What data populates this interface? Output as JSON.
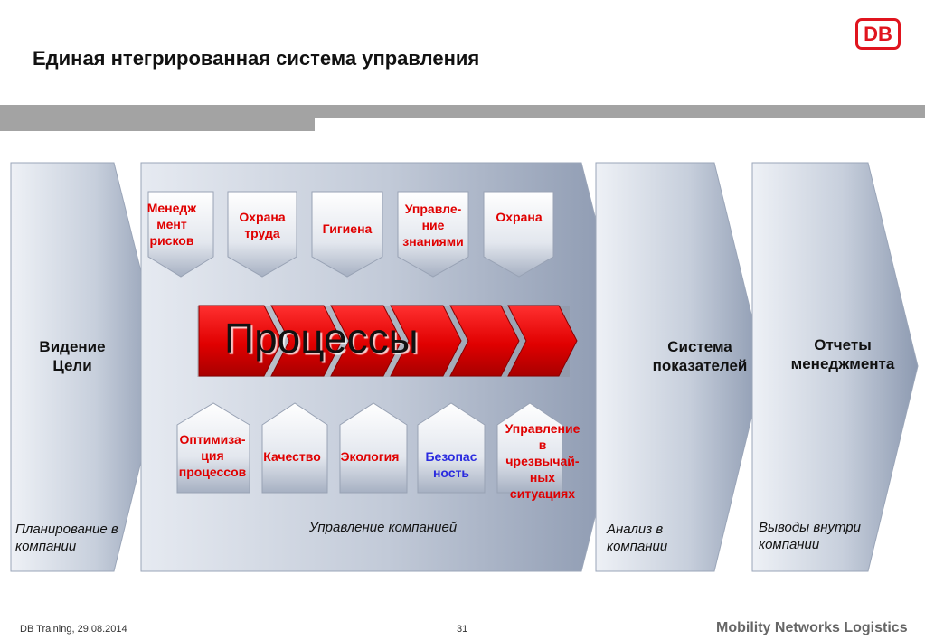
{
  "title": "Единая нтегрированная система управления",
  "logo": "DB",
  "colors": {
    "accent_red": "#e00000",
    "brand_red": "#e0141e",
    "blue_text": "#2a2adf",
    "panel_gray": "#a9b4c6"
  },
  "stages": {
    "vision": "Видение\nЦели",
    "vision_note": "Планирование в\nкомпании",
    "management_note": "Управление компанией",
    "indicators": "Система\nпоказателей",
    "indicators_note": "Анализ в\nкомпании",
    "reports": "Отчеты\nменеджмента",
    "reports_note": "Выводы внутри\nкомпании"
  },
  "processes_label": "Процессы",
  "top_items": [
    {
      "label": "Менедж\nмент\nрисков",
      "color": "red"
    },
    {
      "label": "Охрана\nтруда",
      "color": "red"
    },
    {
      "label": "Гигиена",
      "color": "red"
    },
    {
      "label": "Управле-\nние\nзнаниями",
      "color": "red"
    },
    {
      "label": "Охрана",
      "color": "red"
    }
  ],
  "bottom_items": [
    {
      "label": "Оптимиза-\nция\nпроцессов",
      "color": "red"
    },
    {
      "label": "Качество",
      "color": "red"
    },
    {
      "label": "Экология",
      "color": "red"
    },
    {
      "label": "Безопас\nность",
      "color": "blue"
    },
    {
      "label": "Управление\nв\nчрезвычай-\nных\nситуациях",
      "color": "red"
    }
  ],
  "footer": {
    "left": "DB Training, 29.08.2014",
    "page": "31",
    "right": "Mobility Networks Logistics"
  }
}
